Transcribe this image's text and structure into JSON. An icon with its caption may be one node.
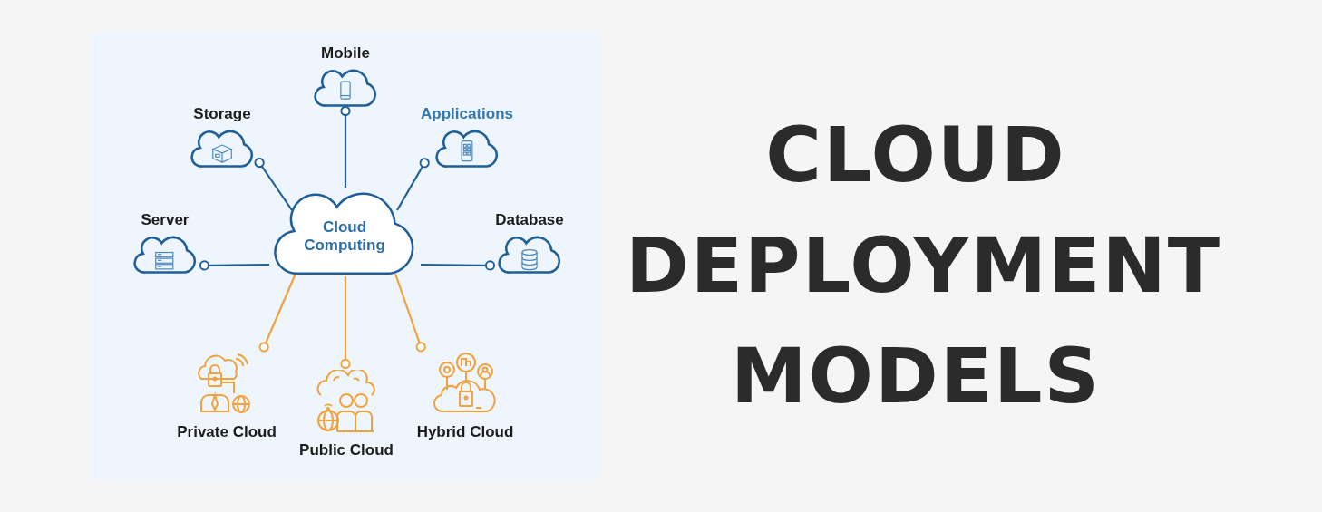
{
  "diagram": {
    "title": "CLOUD DEPLOYMENT MODELS",
    "nodes": [
      {
        "text": [
          "Cloud Computing"
        ]
      },
      {
        "text": [
          "Mobile"
        ]
      },
      {
        "text": [
          "Storage"
        ]
      },
      {
        "text": [
          "Applications"
        ]
      },
      {
        "text": [
          "Server"
        ]
      },
      {
        "text": [
          "Database"
        ]
      },
      {
        "text": [
          "Private Cloud"
        ]
      },
      {
        "text": [
          "Public Cloud"
        ]
      },
      {
        "text": [
          "Hybrid Cloud"
        ]
      }
    ],
    "edges": [
      {
        "from": 0,
        "to": 1,
        "arrow": "other"
      },
      {
        "from": 0,
        "to": 2,
        "arrow": "other"
      },
      {
        "from": 0,
        "to": 3,
        "arrow": "other"
      },
      {
        "from": 0,
        "to": 4,
        "arrow": "other"
      },
      {
        "from": 0,
        "to": 5,
        "arrow": "other"
      },
      {
        "from": 0,
        "to": 6,
        "arrow": "other",
        "color": "#f0a23e"
      },
      {
        "from": 0,
        "to": 7,
        "arrow": "other",
        "color": "#f0a23e"
      },
      {
        "from": 0,
        "to": 8,
        "arrow": "other",
        "color": "#f0a23e"
      }
    ]
  }
}
